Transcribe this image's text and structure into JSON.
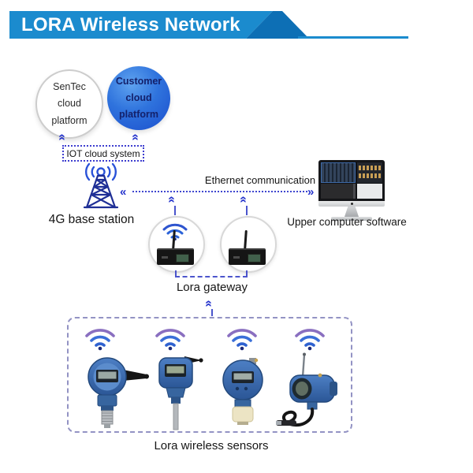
{
  "header": {
    "title": "LORA Wireless Network"
  },
  "clouds": {
    "sentec_label": "SenTec cloud platform",
    "customer_label": "Customer cloud platform",
    "group_label": "IOT cloud system"
  },
  "labels": {
    "base_station": "4G base station",
    "ethernet": "Ethernet communication",
    "computer": "Upper computer software",
    "gateway": "Lora gateway",
    "sensors": "Lora wireless sensors"
  },
  "icons": {
    "chevron_up_glyph": "»",
    "arrow_left_glyph": "«",
    "arrow_right_glyph": "»"
  },
  "colors": {
    "banner_blue": "#1b8bce",
    "banner_fold_blue": "#0d6fb5",
    "arrow_blue": "#2433cc",
    "dashed_blue": "#3f46cf",
    "wifi_blue": "#2b62d8",
    "wifi_purple": "#8a6fc0",
    "customer_cloud_gradient_top": "#5fa3ef",
    "customer_cloud_gradient_bottom": "#1b4ecd"
  }
}
